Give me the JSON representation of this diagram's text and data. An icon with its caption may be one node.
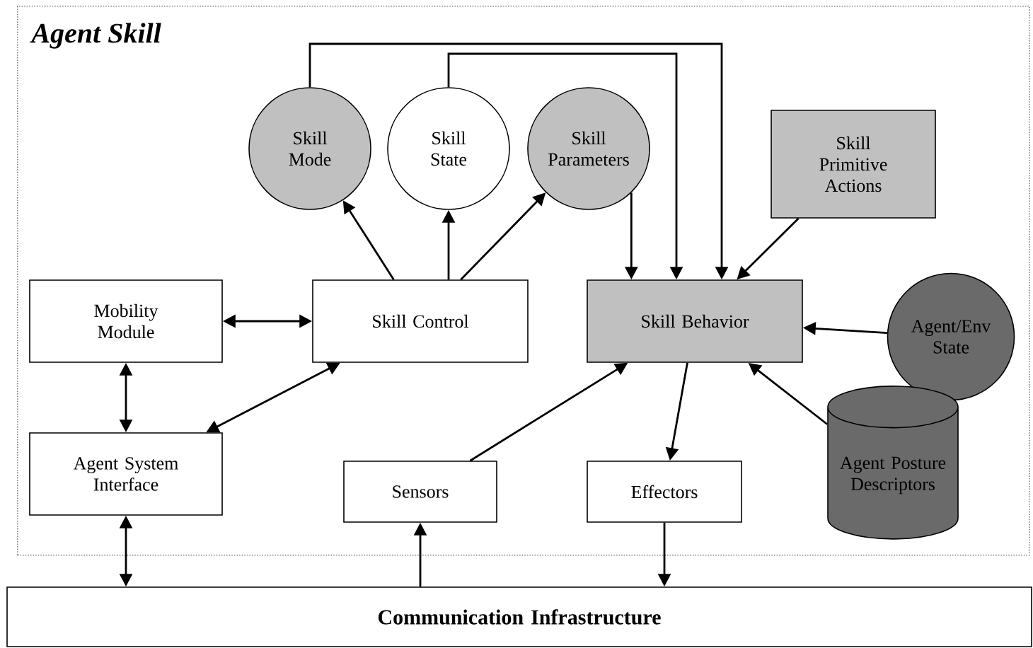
{
  "diagram": {
    "nodes": [
      {
        "text": [
          "Agent Skill"
        ]
      },
      {
        "text": [
          "Skill Mode"
        ],
        "in": 0
      },
      {
        "text": [
          "Skill State"
        ],
        "in": 0
      },
      {
        "text": [
          "Skill Parameters"
        ],
        "in": 0
      },
      {
        "text": [
          "Skill Primitive Actions"
        ],
        "in": 0
      },
      {
        "text": [
          "Mobility Module"
        ],
        "in": 0
      },
      {
        "text": [
          "Skill Control"
        ],
        "in": 0
      },
      {
        "text": [
          "Skill Behavior"
        ],
        "in": 0
      },
      {
        "text": [
          "Agent/Env State"
        ],
        "in": 0
      },
      {
        "text": [
          "Agent System Interface"
        ],
        "in": 0
      },
      {
        "text": [
          "Sensors"
        ],
        "in": 0
      },
      {
        "text": [
          "Effectors"
        ],
        "in": 0
      },
      {
        "text": [
          "Agent Posture Descriptors"
        ],
        "in": 0
      },
      {
        "text": [
          "Communication Infrastructure"
        ]
      }
    ],
    "edges": [
      {
        "from": 6,
        "to": 1,
        "arrow": "to"
      },
      {
        "from": 6,
        "to": 2,
        "arrow": "to"
      },
      {
        "from": 6,
        "to": 3,
        "arrow": "to"
      },
      {
        "from": 1,
        "to": 7,
        "arrow": "to"
      },
      {
        "from": 2,
        "to": 7,
        "arrow": "to"
      },
      {
        "from": 3,
        "to": 7,
        "arrow": "to"
      },
      {
        "from": 4,
        "to": 7,
        "arrow": "to"
      },
      {
        "from": 5,
        "to": 6,
        "arrow": "both"
      },
      {
        "from": 5,
        "to": 9,
        "arrow": "both"
      },
      {
        "from": 9,
        "to": 6,
        "arrow": "both"
      },
      {
        "from": 10,
        "to": 7,
        "arrow": "to"
      },
      {
        "from": 7,
        "to": 11,
        "arrow": "to"
      },
      {
        "from": 8,
        "to": 7,
        "arrow": "to"
      },
      {
        "from": 12,
        "to": 7,
        "arrow": "to"
      },
      {
        "from": 9,
        "to": 13,
        "arrow": "both"
      },
      {
        "from": 13,
        "to": 10,
        "arrow": "to"
      },
      {
        "from": 11,
        "to": 13,
        "arrow": "to"
      }
    ]
  }
}
